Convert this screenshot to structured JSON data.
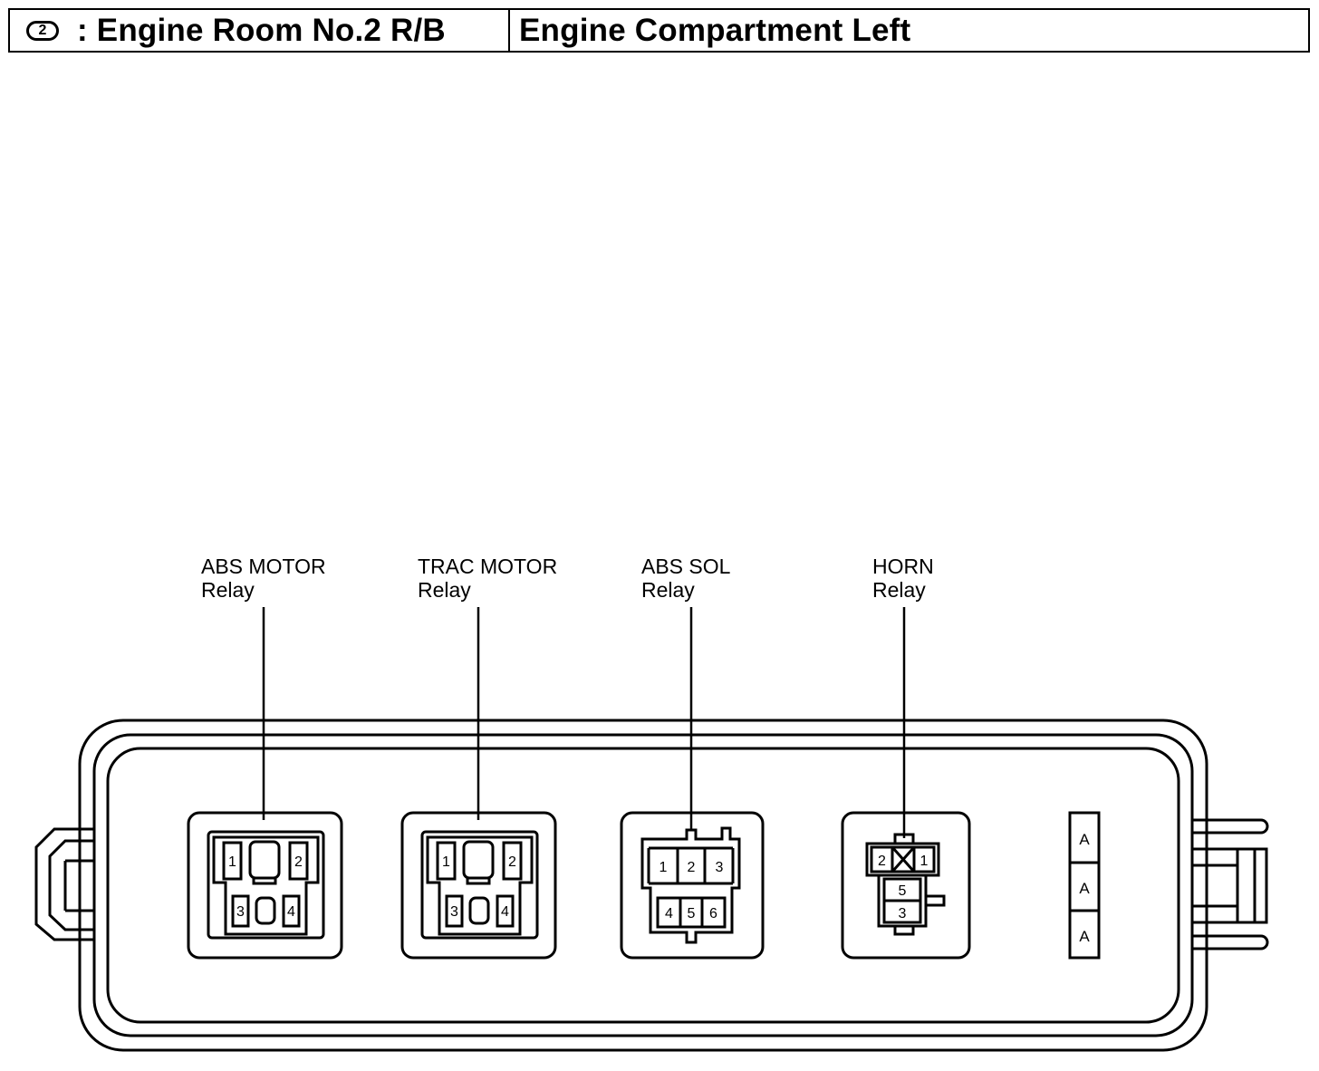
{
  "header": {
    "badge_number": "2",
    "title_left": ": Engine Room No.2 R/B",
    "title_right": "Engine Compartment Left"
  },
  "relays": [
    {
      "name_line1": "ABS MOTOR",
      "name_line2": "Relay",
      "pins": [
        "1",
        "2",
        "3",
        "4"
      ]
    },
    {
      "name_line1": "TRAC MOTOR",
      "name_line2": "Relay",
      "pins": [
        "1",
        "2",
        "3",
        "4"
      ]
    },
    {
      "name_line1": "ABS SOL",
      "name_line2": "Relay",
      "pins": [
        "1",
        "2",
        "3",
        "4",
        "5",
        "6"
      ]
    },
    {
      "name_line1": "HORN",
      "name_line2": "Relay",
      "pins": [
        "2",
        "1",
        "5",
        "3"
      ]
    }
  ],
  "fuse_labels": [
    "A",
    "A",
    "A"
  ]
}
